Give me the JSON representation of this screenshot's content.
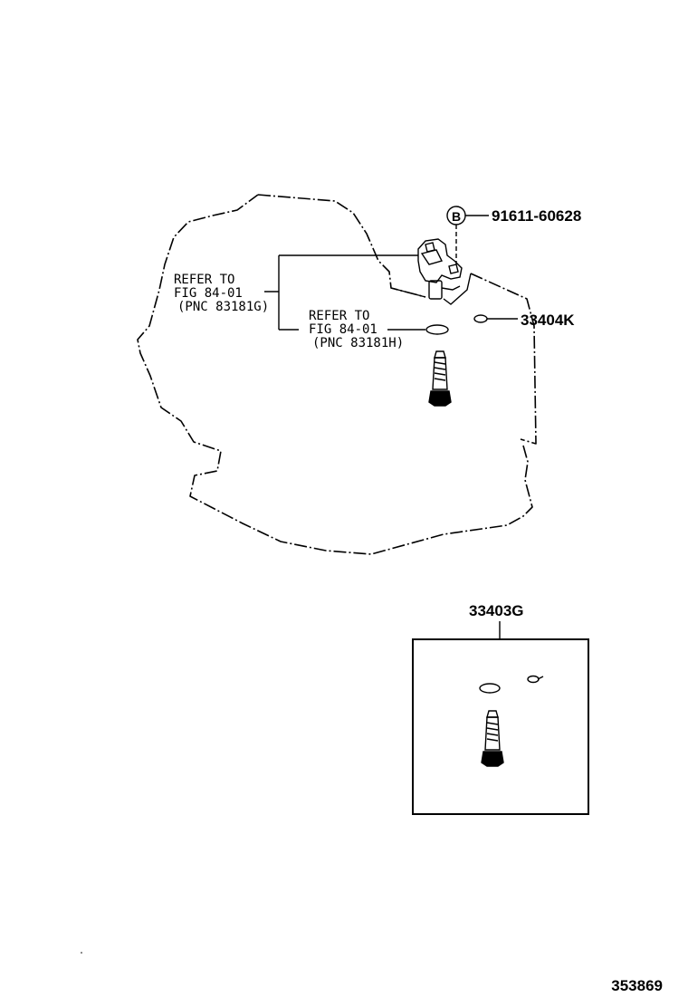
{
  "refer_upper": {
    "line1": "REFER TO",
    "line2": "FIG 84-01",
    "line3": "(PNC 83181G)"
  },
  "refer_lower": {
    "line1": "REFER TO",
    "line2": "FIG 84-01",
    "line3": "(PNC 83181H)"
  },
  "bolt_callout": {
    "marker": "B",
    "part_number": "91611-60628"
  },
  "part_33404K": "33404K",
  "part_33403G": "33403G",
  "diagram_number": "353869"
}
